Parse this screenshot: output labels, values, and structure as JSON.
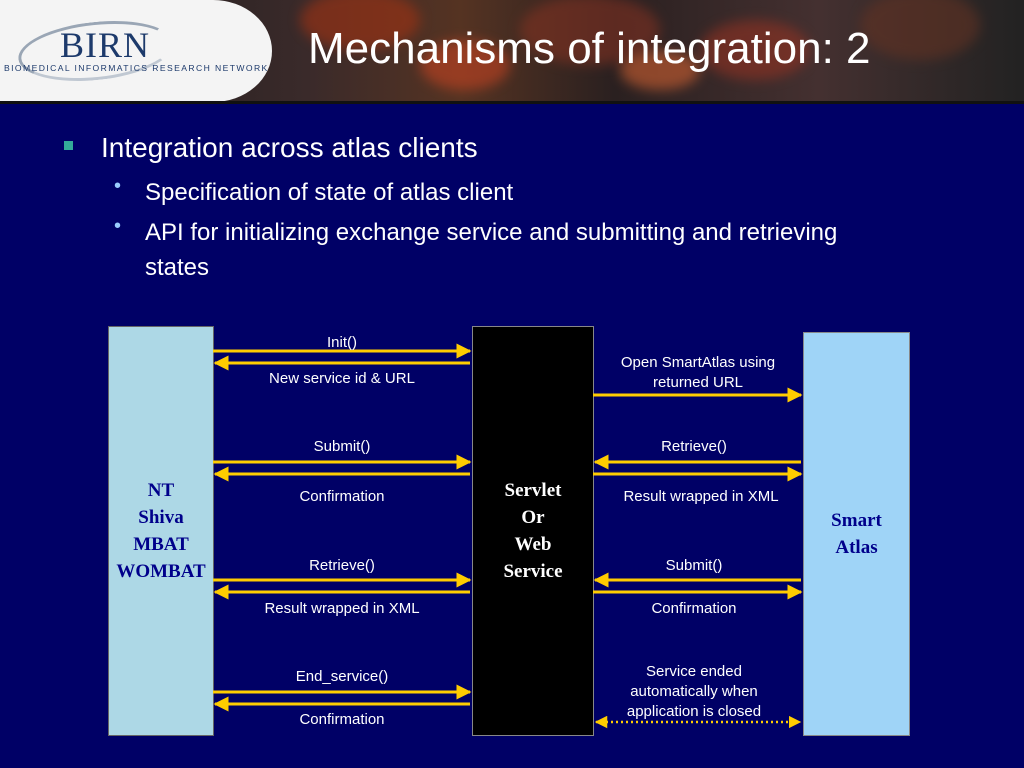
{
  "header": {
    "logo_text": "BIRN",
    "logo_subtitle": "BIOMEDICAL INFORMATICS RESEARCH NETWORK",
    "title": "Mechanisms of integration: 2"
  },
  "bullets": {
    "main": "Integration across atlas clients",
    "sub": [
      "Specification of state of atlas client",
      "API for initializing exchange service and submitting and retrieving states"
    ]
  },
  "diagram": {
    "left_box": [
      "NT",
      "Shiva",
      "MBAT",
      "WOMBAT"
    ],
    "middle_box": [
      "Servlet",
      "Or",
      "Web",
      "Service"
    ],
    "right_box": [
      "Smart",
      "Atlas"
    ],
    "left_labels": [
      "Init()",
      "New service id & URL",
      "Submit()",
      "Confirmation",
      "Retrieve()",
      "Result wrapped in XML",
      "End_service()",
      "Confirmation"
    ],
    "right_labels": [
      "Open SmartAtlas using returned URL",
      "Retrieve()",
      "Result wrapped in XML",
      "Submit()",
      "Confirmation",
      "Service ended automatically when application is closed"
    ]
  },
  "colors": {
    "background": "#000066",
    "arrow": "#ffcc00",
    "dotted_arrow": "#ffcc00"
  }
}
